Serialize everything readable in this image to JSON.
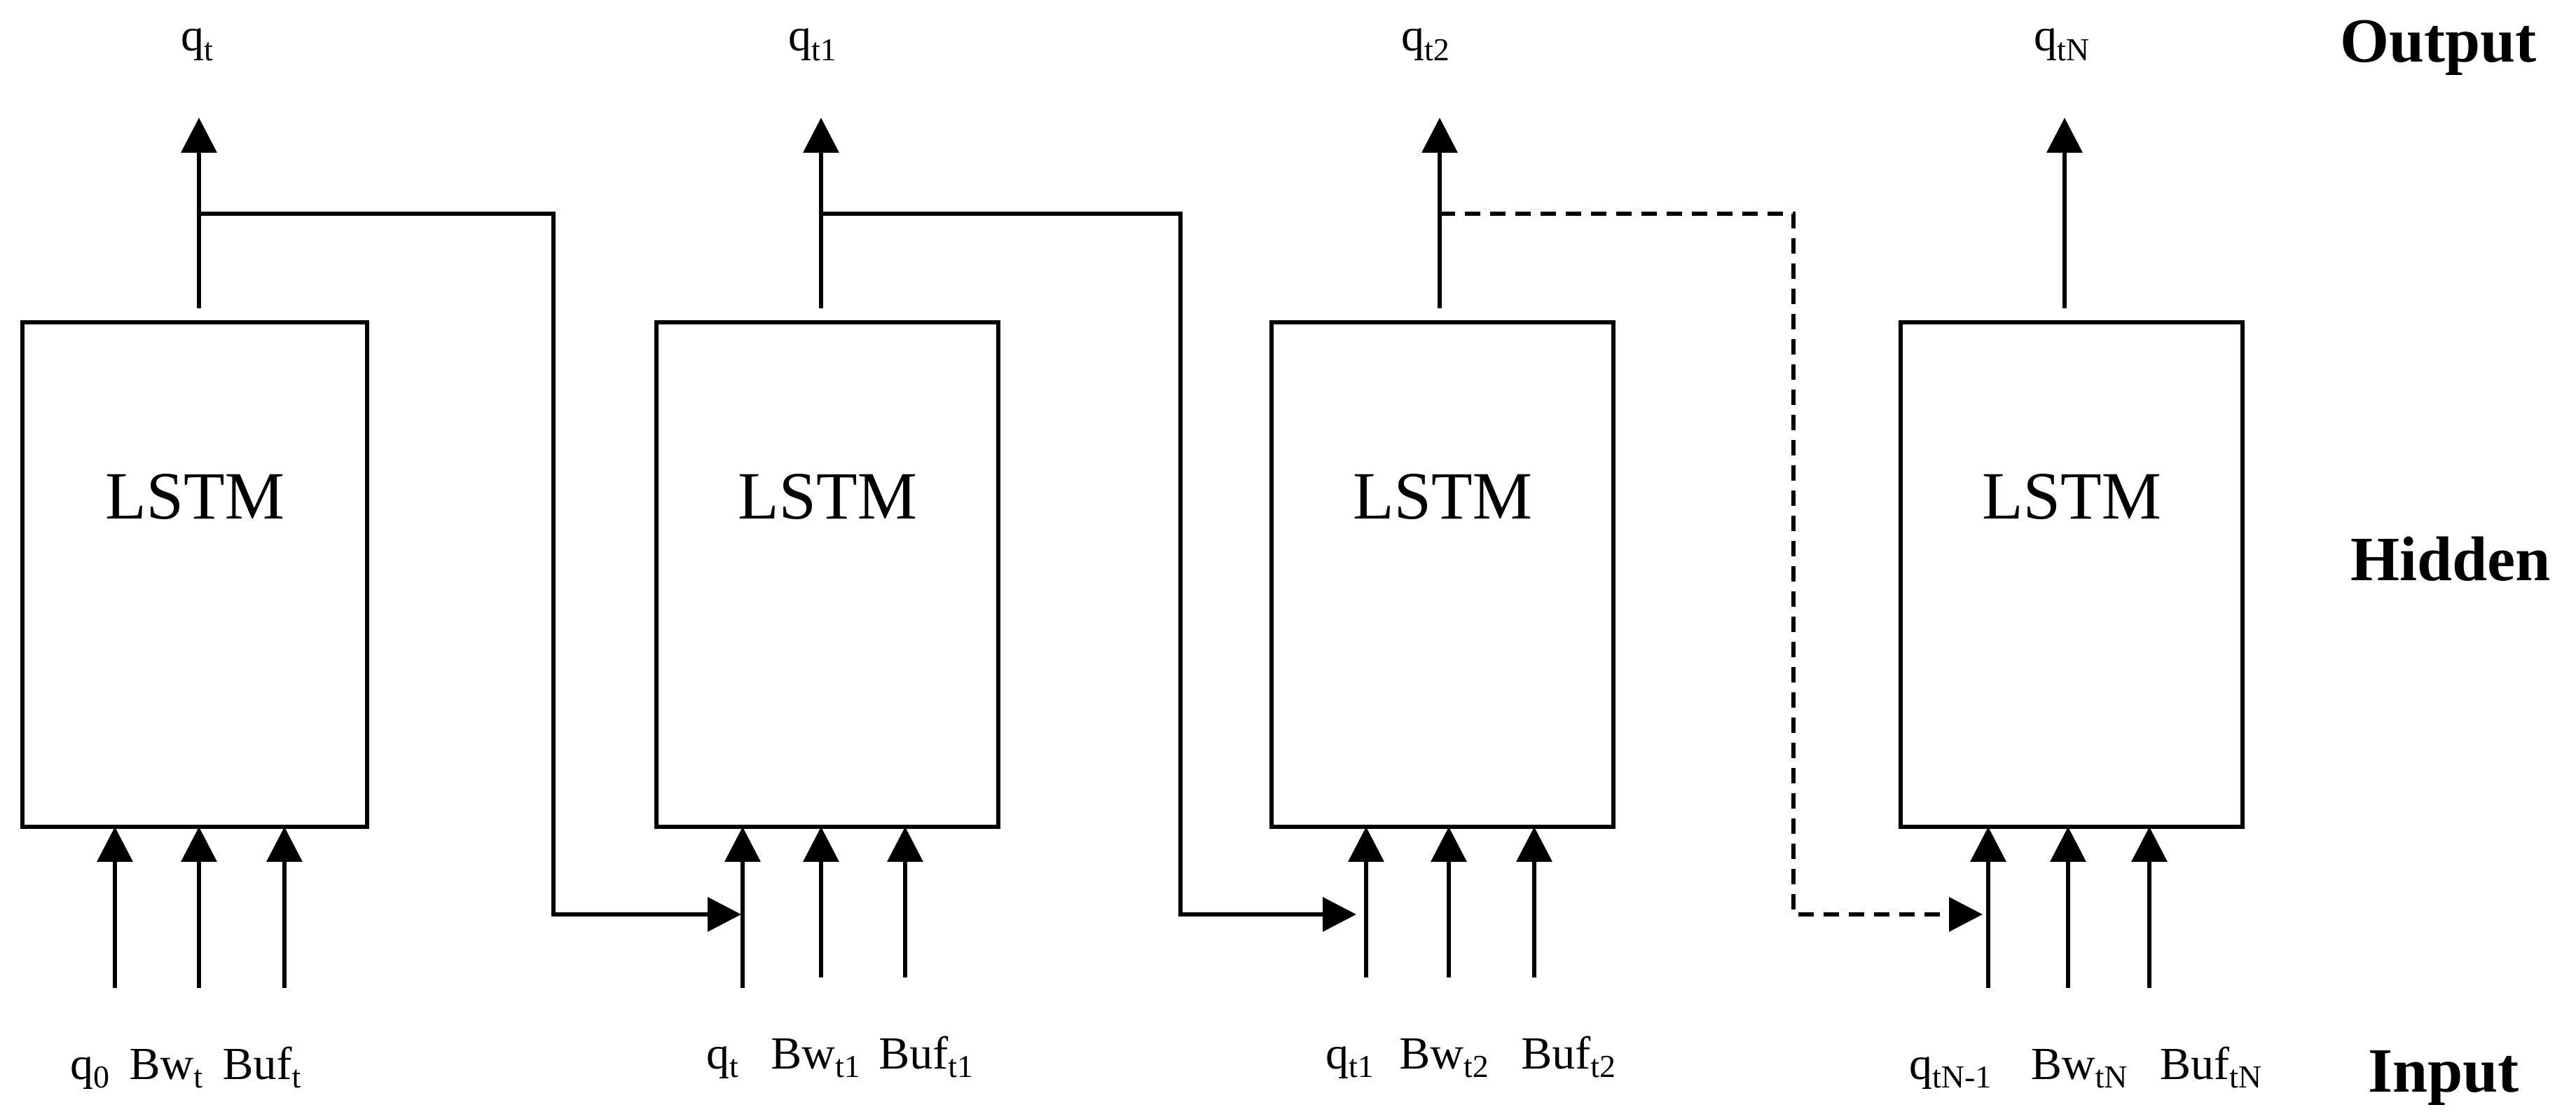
{
  "layers": {
    "output": "Output",
    "hidden": "Hidden",
    "input": "Input"
  },
  "cells": [
    {
      "label": "LSTM",
      "output": {
        "base": "q",
        "sub": "t"
      },
      "inputs": [
        {
          "base": "q",
          "sub": "0"
        },
        {
          "base": "Bw",
          "sub": "t"
        },
        {
          "base": "Buf",
          "sub": "t"
        }
      ]
    },
    {
      "label": "LSTM",
      "output": {
        "base": "q",
        "sub": "t1"
      },
      "inputs": [
        {
          "base": "q",
          "sub": "t"
        },
        {
          "base": "Bw",
          "sub": "t1"
        },
        {
          "base": "Buf",
          "sub": "t1"
        }
      ]
    },
    {
      "label": "LSTM",
      "output": {
        "base": "q",
        "sub": "t2"
      },
      "inputs": [
        {
          "base": "q",
          "sub": "t1"
        },
        {
          "base": "Bw",
          "sub": "t2"
        },
        {
          "base": "Buf",
          "sub": "t2"
        }
      ]
    },
    {
      "label": "LSTM",
      "output": {
        "base": "q",
        "sub": "tN"
      },
      "inputs": [
        {
          "base": "q",
          "sub": "tN-1"
        },
        {
          "base": "Bw",
          "sub": "tN"
        },
        {
          "base": "Buf",
          "sub": "tN"
        }
      ]
    }
  ]
}
